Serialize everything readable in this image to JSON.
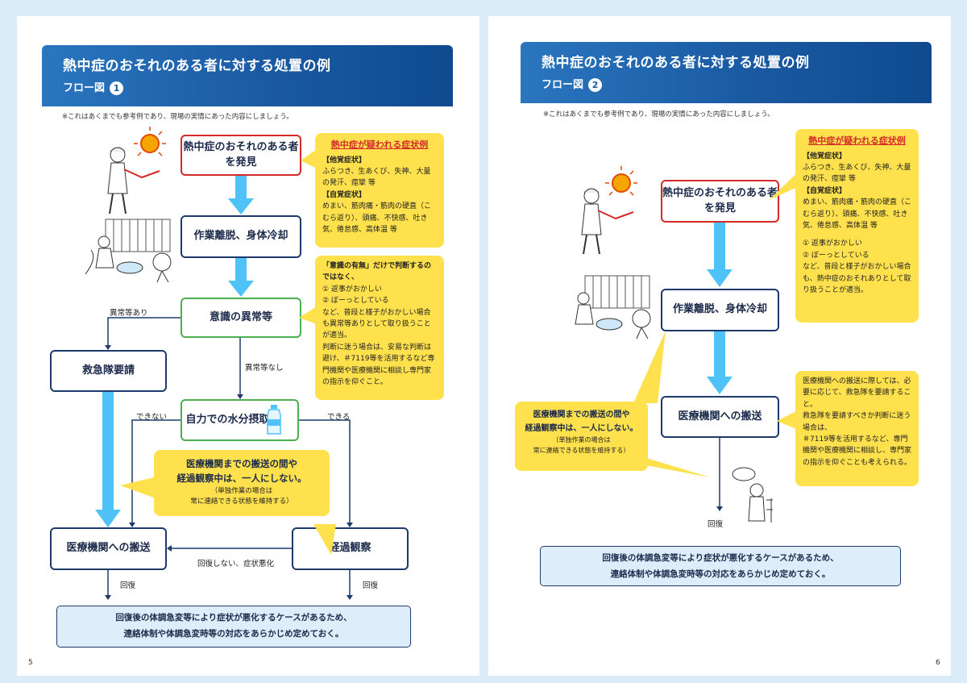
{
  "colors": {
    "header": "#1a5aa3",
    "red": "#d42a2a",
    "navy": "#1e3a6b",
    "green": "#4caf50",
    "yellow": "#ffe14d",
    "arrow": "#4fc3f7",
    "light_blue": "#ddeefa"
  },
  "pages": [
    {
      "header": {
        "title": "熱中症のおそれのある者に対する処置の例",
        "subtitle": "フロー図",
        "number": "1"
      },
      "note": "※これはあくまでも参考例であり、現場の実情にあった内容にしましょう。",
      "boxes": {
        "discover": "熱中症のおそれのある者を発見",
        "remove_cool": "作業離脱、身体冷却",
        "consciousness": "意識の異常等",
        "ambulance": "救急隊要請",
        "water": "自力での水分摂取",
        "transport": "医療機関への搬送",
        "observe": "経過観察"
      },
      "labels": {
        "abnormal_yes": "異常等あり",
        "abnormal_no": "異常等なし",
        "cannot": "できない",
        "can": "できる",
        "no_recover": "回復しない、症状悪化",
        "recover_left": "回復",
        "recover_right": "回復"
      },
      "symptoms": {
        "title": "熱中症が疑われる症状例",
        "other_label": "【他覚症状】",
        "other_text": "ふらつき、生あくび、失神、大量の発汗、痙攣 等",
        "self_label": "【自覚症状】",
        "self_text": "めまい、筋肉痛・筋肉の硬直（こむら返り）、頭痛、不快感、吐き気、倦怠感、高体温 等"
      },
      "consciousness_note": {
        "title": "「意識の有無」だけで判断するのではなく、",
        "item1": "① 返事がおかしい",
        "item2": "② ぼーっとしている",
        "text1": "など、普段と様子がおかしい場合も異常等ありとして取り扱うことが適当。",
        "text2": "判断に迷う場合は、安易な判断は避け、＃7119等を活用するなど専門機関や医療機関に相談し専門家の指示を仰ぐこと。"
      },
      "alone_note": {
        "line1": "医療機関までの搬送の間や",
        "line2": "経過観察中は、一人にしない。",
        "sub1": "（単独作業の場合は",
        "sub2": "常に連絡できる状態を維持する）"
      },
      "bottom": {
        "line1": "回復後の体調急変等により症状が悪化するケースがあるため、",
        "line2": "連絡体制や体調急変時等の対応をあらかじめ定めておく。"
      },
      "page_number": "5"
    },
    {
      "header": {
        "title": "熱中症のおそれのある者に対する処置の例",
        "subtitle": "フロー図",
        "number": "2"
      },
      "note": "※これはあくまでも参考例であり、現場の実情にあった内容にしましょう。",
      "boxes": {
        "discover": "熱中症のおそれのある者を発見",
        "remove_cool": "作業離脱、身体冷却",
        "transport": "医療機関への搬送"
      },
      "labels": {
        "recover": "回復"
      },
      "symptoms": {
        "title": "熱中症が疑われる症状例",
        "other_label": "【他覚症状】",
        "other_text": "ふらつき、生あくび、失神、大量の発汗、痙攣 等",
        "self_label": "【自覚症状】",
        "self_text": "めまい、筋肉痛・筋肉の硬直（こむら返り）、頭痛、不快感、吐き気、倦怠感、高体温 等",
        "item1": "① 返事がおかしい",
        "item2": "② ぼーっとしている",
        "text": "など、普段と様子がおかしい場合も、熱中症のおそれありとして取り扱うことが適当。"
      },
      "transport_note": {
        "text1": "医療機関への搬送に際しては、必要に応じて、救急隊を要請すること。",
        "text2": "救急隊を要請すべきか判断に迷う場合は、",
        "text3": "＃7119等を活用するなど、専門機関や医療機関に相談し、専門家の指示を仰ぐことも考えられる。"
      },
      "alone_note": {
        "line1": "医療機関までの搬送の間や",
        "line2": "経過観察中は、一人にしない。",
        "sub1": "（単独作業の場合は",
        "sub2": "常に連絡できる状態を維持する）"
      },
      "bottom": {
        "line1": "回復後の体調急変等により症状が悪化するケースがあるため、",
        "line2": "連絡体制や体調急変時等の対応をあらかじめ定めておく。"
      },
      "page_number": "6"
    }
  ]
}
